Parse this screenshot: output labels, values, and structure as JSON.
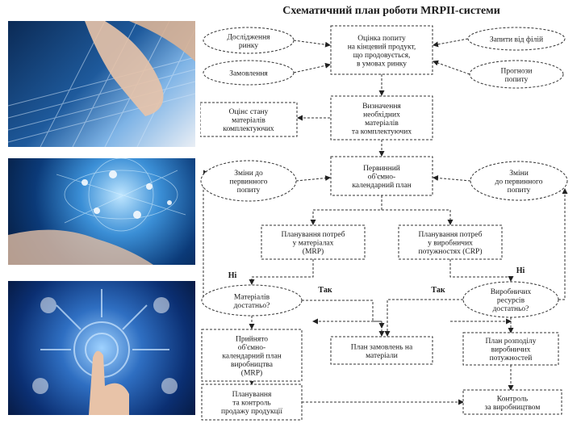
{
  "title": "Схематичний план роботи MRPII-системи",
  "diagram": {
    "nodes": [
      {
        "id": "market_research",
        "shape": "ellipse",
        "lines": [
          "Дослідження",
          "ринку"
        ]
      },
      {
        "id": "orders",
        "shape": "ellipse",
        "lines": [
          "Замовлення"
        ]
      },
      {
        "id": "demand_estimate",
        "shape": "rect",
        "lines": [
          "Оцінка попиту",
          "на кінцевий продукт,",
          "що продовується,",
          "в умовах ринку"
        ]
      },
      {
        "id": "branch_requests",
        "shape": "ellipse",
        "lines": [
          "Запити від філій"
        ]
      },
      {
        "id": "demand_forecast",
        "shape": "ellipse",
        "lines": [
          "Прогнози",
          "попиту"
        ]
      },
      {
        "id": "stock_assessment",
        "shape": "rect",
        "lines": [
          "Оцінс стану",
          "матеріалів",
          "комплектуючих"
        ]
      },
      {
        "id": "materials_definition",
        "shape": "rect",
        "lines": [
          "Визначення",
          "необхідних",
          "матеріалів",
          "та комплектуючих"
        ]
      },
      {
        "id": "demand_change_left",
        "shape": "ellipse",
        "lines": [
          "Зміни до",
          "первинного",
          "попиту"
        ]
      },
      {
        "id": "primary_plan",
        "shape": "rect",
        "lines": [
          "Первинний",
          "об'ємно-",
          "календарний план"
        ]
      },
      {
        "id": "demand_change_right",
        "shape": "ellipse",
        "lines": [
          "Зміни",
          "до первинного",
          "попиту"
        ]
      },
      {
        "id": "mrp",
        "shape": "rect",
        "lines": [
          "Планування потреб",
          "у матеріалах",
          "(MRP)"
        ]
      },
      {
        "id": "crp",
        "shape": "rect",
        "lines": [
          "Планування потреб",
          "у виробничих",
          "потужностях (CRP)"
        ]
      },
      {
        "id": "materials_enough",
        "shape": "ellipse",
        "lines": [
          "Матеріалів",
          "достатньо?"
        ]
      },
      {
        "id": "resources_enough",
        "shape": "ellipse",
        "lines": [
          "Виробничих",
          "ресурсів",
          "достатньо?"
        ]
      },
      {
        "id": "accepted_plan",
        "shape": "rect",
        "lines": [
          "Прийнято",
          "об'ємно-",
          "календарний план",
          "виробництва",
          "(MRP)"
        ]
      },
      {
        "id": "material_orders",
        "shape": "rect",
        "lines": [
          "План замовлень на",
          "матеріали"
        ]
      },
      {
        "id": "capacity_plan",
        "shape": "rect",
        "lines": [
          "План розподілу",
          "виробничих",
          "потужностей"
        ]
      },
      {
        "id": "sales_planning",
        "shape": "rect",
        "lines": [
          "Планування",
          "та контроль",
          "продажу продукції"
        ]
      },
      {
        "id": "production_control",
        "shape": "rect",
        "lines": [
          "Контроль",
          "за виробництвом"
        ]
      }
    ],
    "labels": {
      "no_left": "Ні",
      "no_right": "Ні",
      "yes_left": "Так",
      "yes_right": "Так"
    }
  }
}
